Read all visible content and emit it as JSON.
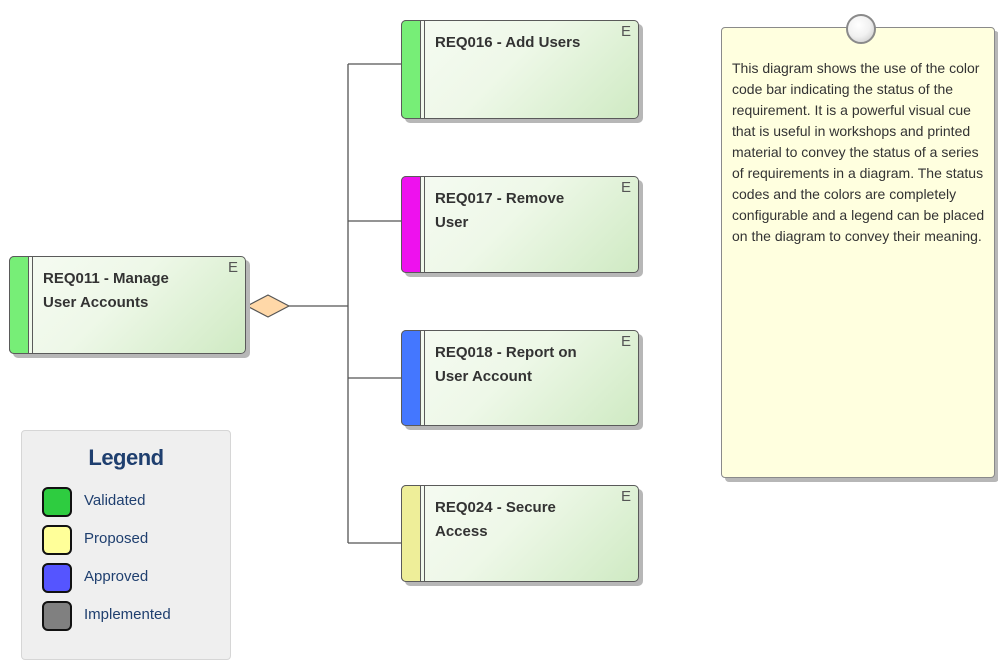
{
  "diagram": {
    "requirements": [
      {
        "id": "req011",
        "title": "REQ011 - Manage User Accounts",
        "title_lines": [
          "REQ011 - Manage",
          "User Accounts"
        ],
        "stereotype": "E",
        "status_color": "#77ee77"
      },
      {
        "id": "req016",
        "title": "REQ016 - Add Users",
        "title_lines": [
          "REQ016 - Add Users"
        ],
        "stereotype": "E",
        "status_color": "#77ee77"
      },
      {
        "id": "req017",
        "title": "REQ017 - Remove User",
        "title_lines": [
          "REQ017 - Remove",
          "User"
        ],
        "stereotype": "E",
        "status_color": "#ee11ee"
      },
      {
        "id": "req018",
        "title": "REQ018 - Report on User Account",
        "title_lines": [
          "REQ018 - Report on",
          "User Account"
        ],
        "stereotype": "E",
        "status_color": "#4477ff"
      },
      {
        "id": "req024",
        "title": "REQ024 - Secure Access",
        "title_lines": [
          "REQ024 - Secure",
          "Access"
        ],
        "stereotype": "E",
        "status_color": "#eeee99"
      }
    ],
    "note": {
      "text": "This diagram shows the use of the color code bar indicating the status of the requirement. It is a powerful visual cue that is useful in workshops and printed material to convey the status of a series of requirements in a diagram. The status codes and the colors are completely configurable and a legend can be placed on the diagram to convey their meaning."
    },
    "legend": {
      "title": "Legend",
      "items": [
        {
          "label": "Validated",
          "color": "#2ecc40"
        },
        {
          "label": "Proposed",
          "color": "#ffff99"
        },
        {
          "label": "Approved",
          "color": "#5555ff"
        },
        {
          "label": "Implemented",
          "color": "#808080"
        }
      ]
    },
    "colors": {
      "aggregation_diamond": "#ffd8a8",
      "connector": "#555555"
    }
  }
}
